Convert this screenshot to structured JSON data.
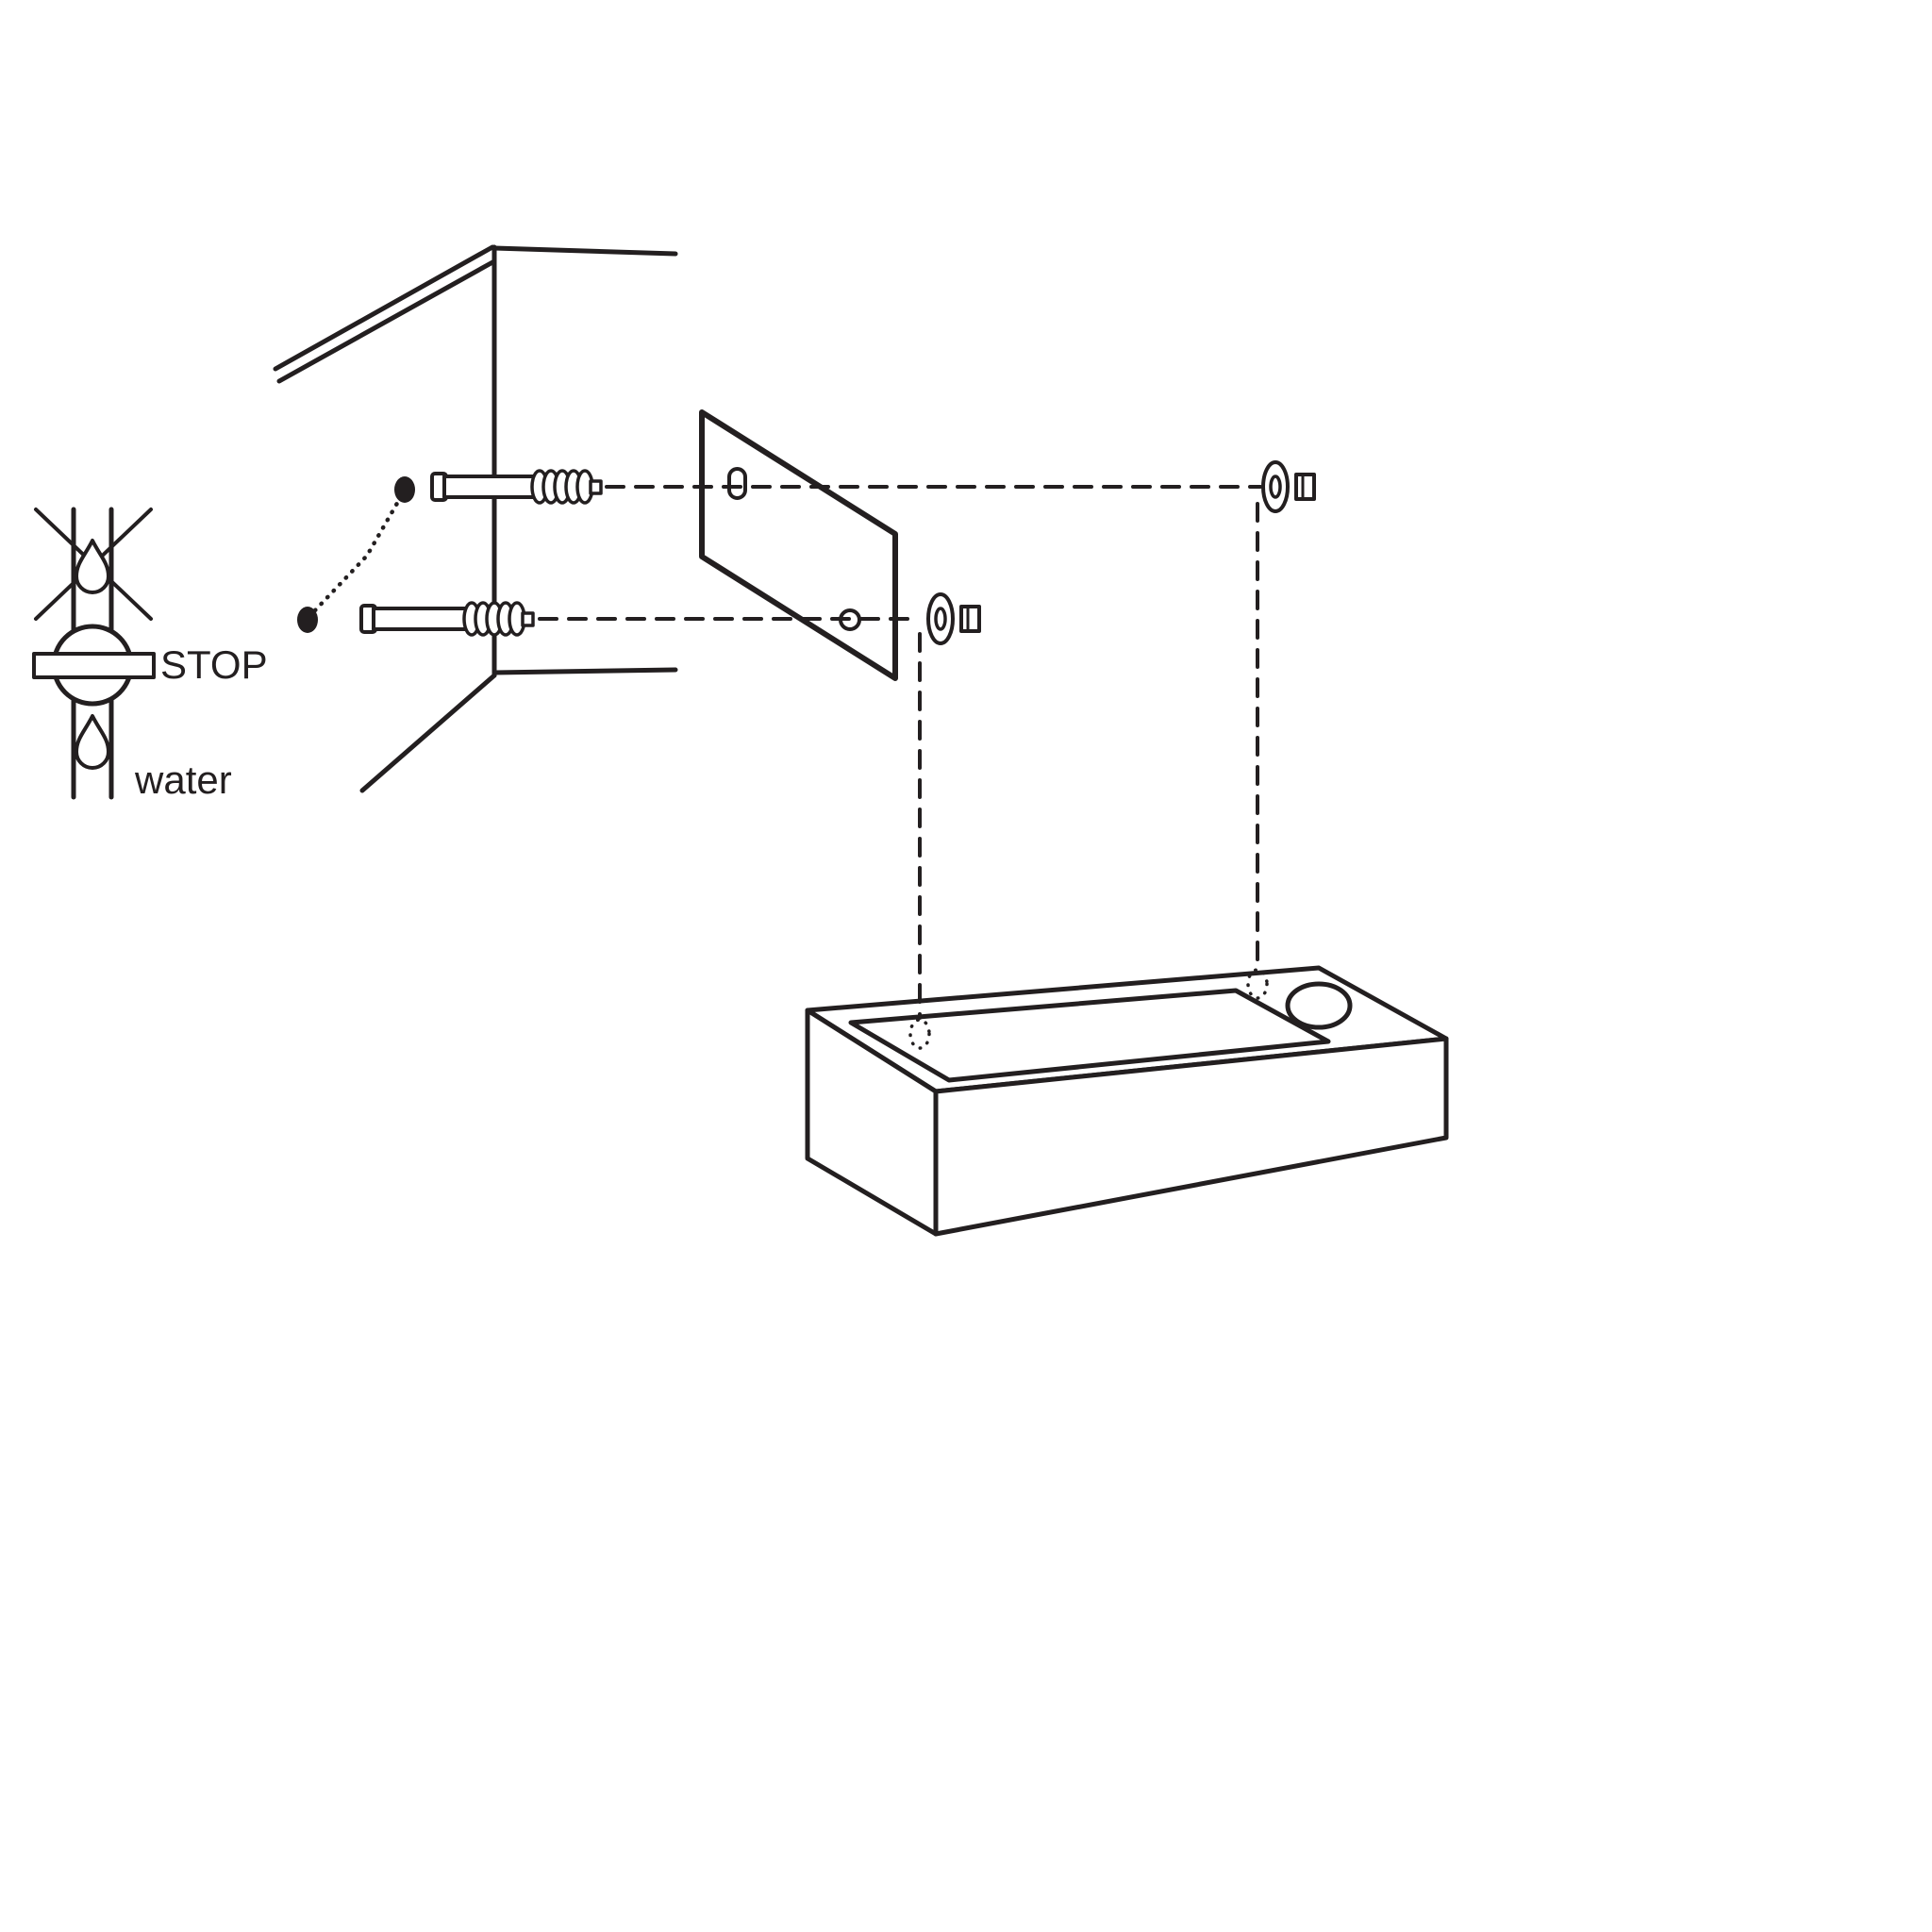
{
  "colors": {
    "line": "#231f20",
    "background": "#ffffff"
  },
  "labels": {
    "stop": "STOP",
    "water": "water"
  },
  "diagram": {
    "type": "wall-basin-installation-exploded-diagram",
    "parts": [
      "water-shutoff-valve-symbol",
      "wall-corner",
      "drill-hole-marks",
      "wall-anchor-upper",
      "wall-anchor-lower",
      "mounting-plate",
      "washer-nut-lower",
      "washer-nut-upper",
      "wall-hung-basin"
    ]
  }
}
